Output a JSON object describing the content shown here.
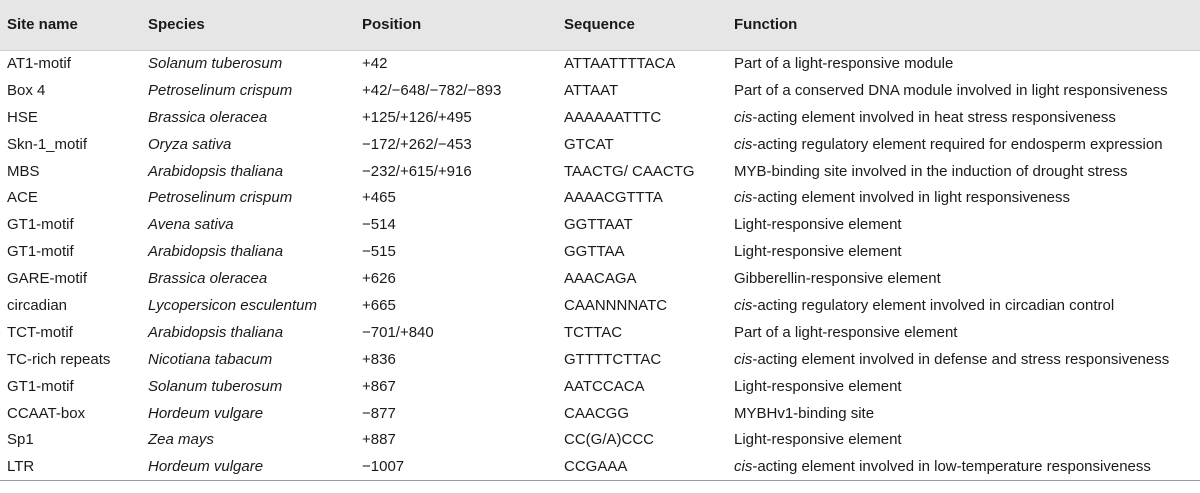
{
  "table": {
    "headers": [
      "Site name",
      "Species",
      "Position",
      "Sequence",
      "Function"
    ],
    "rows": [
      {
        "site": "AT1-motif",
        "species": "Solanum tuberosum",
        "position": "+42",
        "sequence": "ATTAATTTTACA",
        "function_prefix": "",
        "function_rest": "Part of a light-responsive module"
      },
      {
        "site": "Box 4",
        "species": "Petroselinum crispum",
        "position": "+42/−648/−782/−893",
        "sequence": "ATTAAT",
        "function_prefix": "",
        "function_rest": "Part of a conserved DNA module involved in light responsiveness"
      },
      {
        "site": "HSE",
        "species": "Brassica oleracea",
        "position": "+125/+126/+495",
        "sequence": "AAAAAATTTC",
        "function_prefix": "cis",
        "function_rest": "-acting element involved in heat stress responsiveness"
      },
      {
        "site": "Skn-1_motif",
        "species": "Oryza sativa",
        "position": "−172/+262/−453",
        "sequence": "GTCAT",
        "function_prefix": "cis",
        "function_rest": "-acting regulatory element required for endosperm expression"
      },
      {
        "site": "MBS",
        "species": "Arabidopsis thaliana",
        "position": "−232/+615/+916",
        "sequence": "TAACTG/ CAACTG",
        "function_prefix": "",
        "function_rest": "MYB-binding site involved in the induction of drought stress"
      },
      {
        "site": "ACE",
        "species": "Petroselinum crispum",
        "position": "+465",
        "sequence": "AAAACGTTTA",
        "function_prefix": "cis",
        "function_rest": "-acting element involved in light responsiveness"
      },
      {
        "site": "GT1-motif",
        "species": "Avena sativa",
        "position": "−514",
        "sequence": "GGTTAAT",
        "function_prefix": "",
        "function_rest": "Light-responsive element"
      },
      {
        "site": "GT1-motif",
        "species": "Arabidopsis thaliana",
        "position": "−515",
        "sequence": "GGTTAA",
        "function_prefix": "",
        "function_rest": "Light-responsive element"
      },
      {
        "site": "GARE-motif",
        "species": "Brassica oleracea",
        "position": "+626",
        "sequence": "AAACAGA",
        "function_prefix": "",
        "function_rest": "Gibberellin-responsive element"
      },
      {
        "site": "circadian",
        "species": "Lycopersicon esculentum",
        "position": "+665",
        "sequence": "CAANNNNATC",
        "function_prefix": "cis",
        "function_rest": "-acting regulatory element involved in circadian control"
      },
      {
        "site": "TCT-motif",
        "species": "Arabidopsis thaliana",
        "position": "−701/+840",
        "sequence": "TCTTAC",
        "function_prefix": "",
        "function_rest": "Part of a light-responsive element"
      },
      {
        "site": "TC-rich repeats",
        "species": "Nicotiana tabacum",
        "position": "+836",
        "sequence": "GTTTTCTTAC",
        "function_prefix": "cis",
        "function_rest": "-acting element involved in defense and stress responsiveness"
      },
      {
        "site": "GT1-motif",
        "species": "Solanum tuberosum",
        "position": "+867",
        "sequence": "AATCCACA",
        "function_prefix": "",
        "function_rest": "Light-responsive element"
      },
      {
        "site": "CCAAT-box",
        "species": "Hordeum vulgare",
        "position": "−877",
        "sequence": "CAACGG",
        "function_prefix": "",
        "function_rest": "MYBHv1-binding site"
      },
      {
        "site": "Sp1",
        "species": "Zea mays",
        "position": "+887",
        "sequence": "CC(G/A)CCC",
        "function_prefix": "",
        "function_rest": "Light-responsive element"
      },
      {
        "site": "LTR",
        "species": "Hordeum vulgare",
        "position": "−1007",
        "sequence": "CCGAAA",
        "function_prefix": "cis",
        "function_rest": "-acting element involved in low-temperature responsiveness"
      }
    ]
  }
}
